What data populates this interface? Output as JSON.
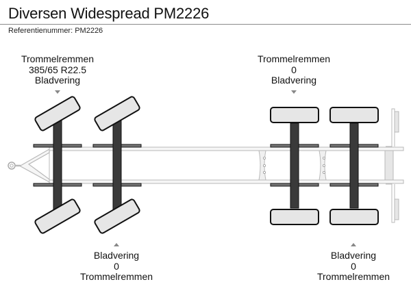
{
  "header": {
    "title": "Diversen Widespread PM2226",
    "reference": "Referentienummer: PM2226"
  },
  "axles": [
    {
      "position": "top-left",
      "lines": [
        "Trommelremmen",
        "385/65 R22.5",
        "Bladvering"
      ],
      "steering": true
    },
    {
      "position": "top-right",
      "lines": [
        "Trommelremmen",
        "0",
        "Bladvering"
      ],
      "steering": false
    },
    {
      "position": "bottom-left",
      "lines": [
        "Bladvering",
        "0",
        "Trommelremmen"
      ],
      "steering": true
    },
    {
      "position": "bottom-right",
      "lines": [
        "Bladvering",
        "0",
        "Trommelremmen"
      ],
      "steering": false
    }
  ],
  "colors": {
    "frame": "#b8b8b8",
    "frame_fill": "#f6f6f6",
    "axle": "#3a3a3a",
    "tyre_fill": "#e6e6e6",
    "tyre_stroke": "#111111",
    "arrow": "#888888"
  }
}
